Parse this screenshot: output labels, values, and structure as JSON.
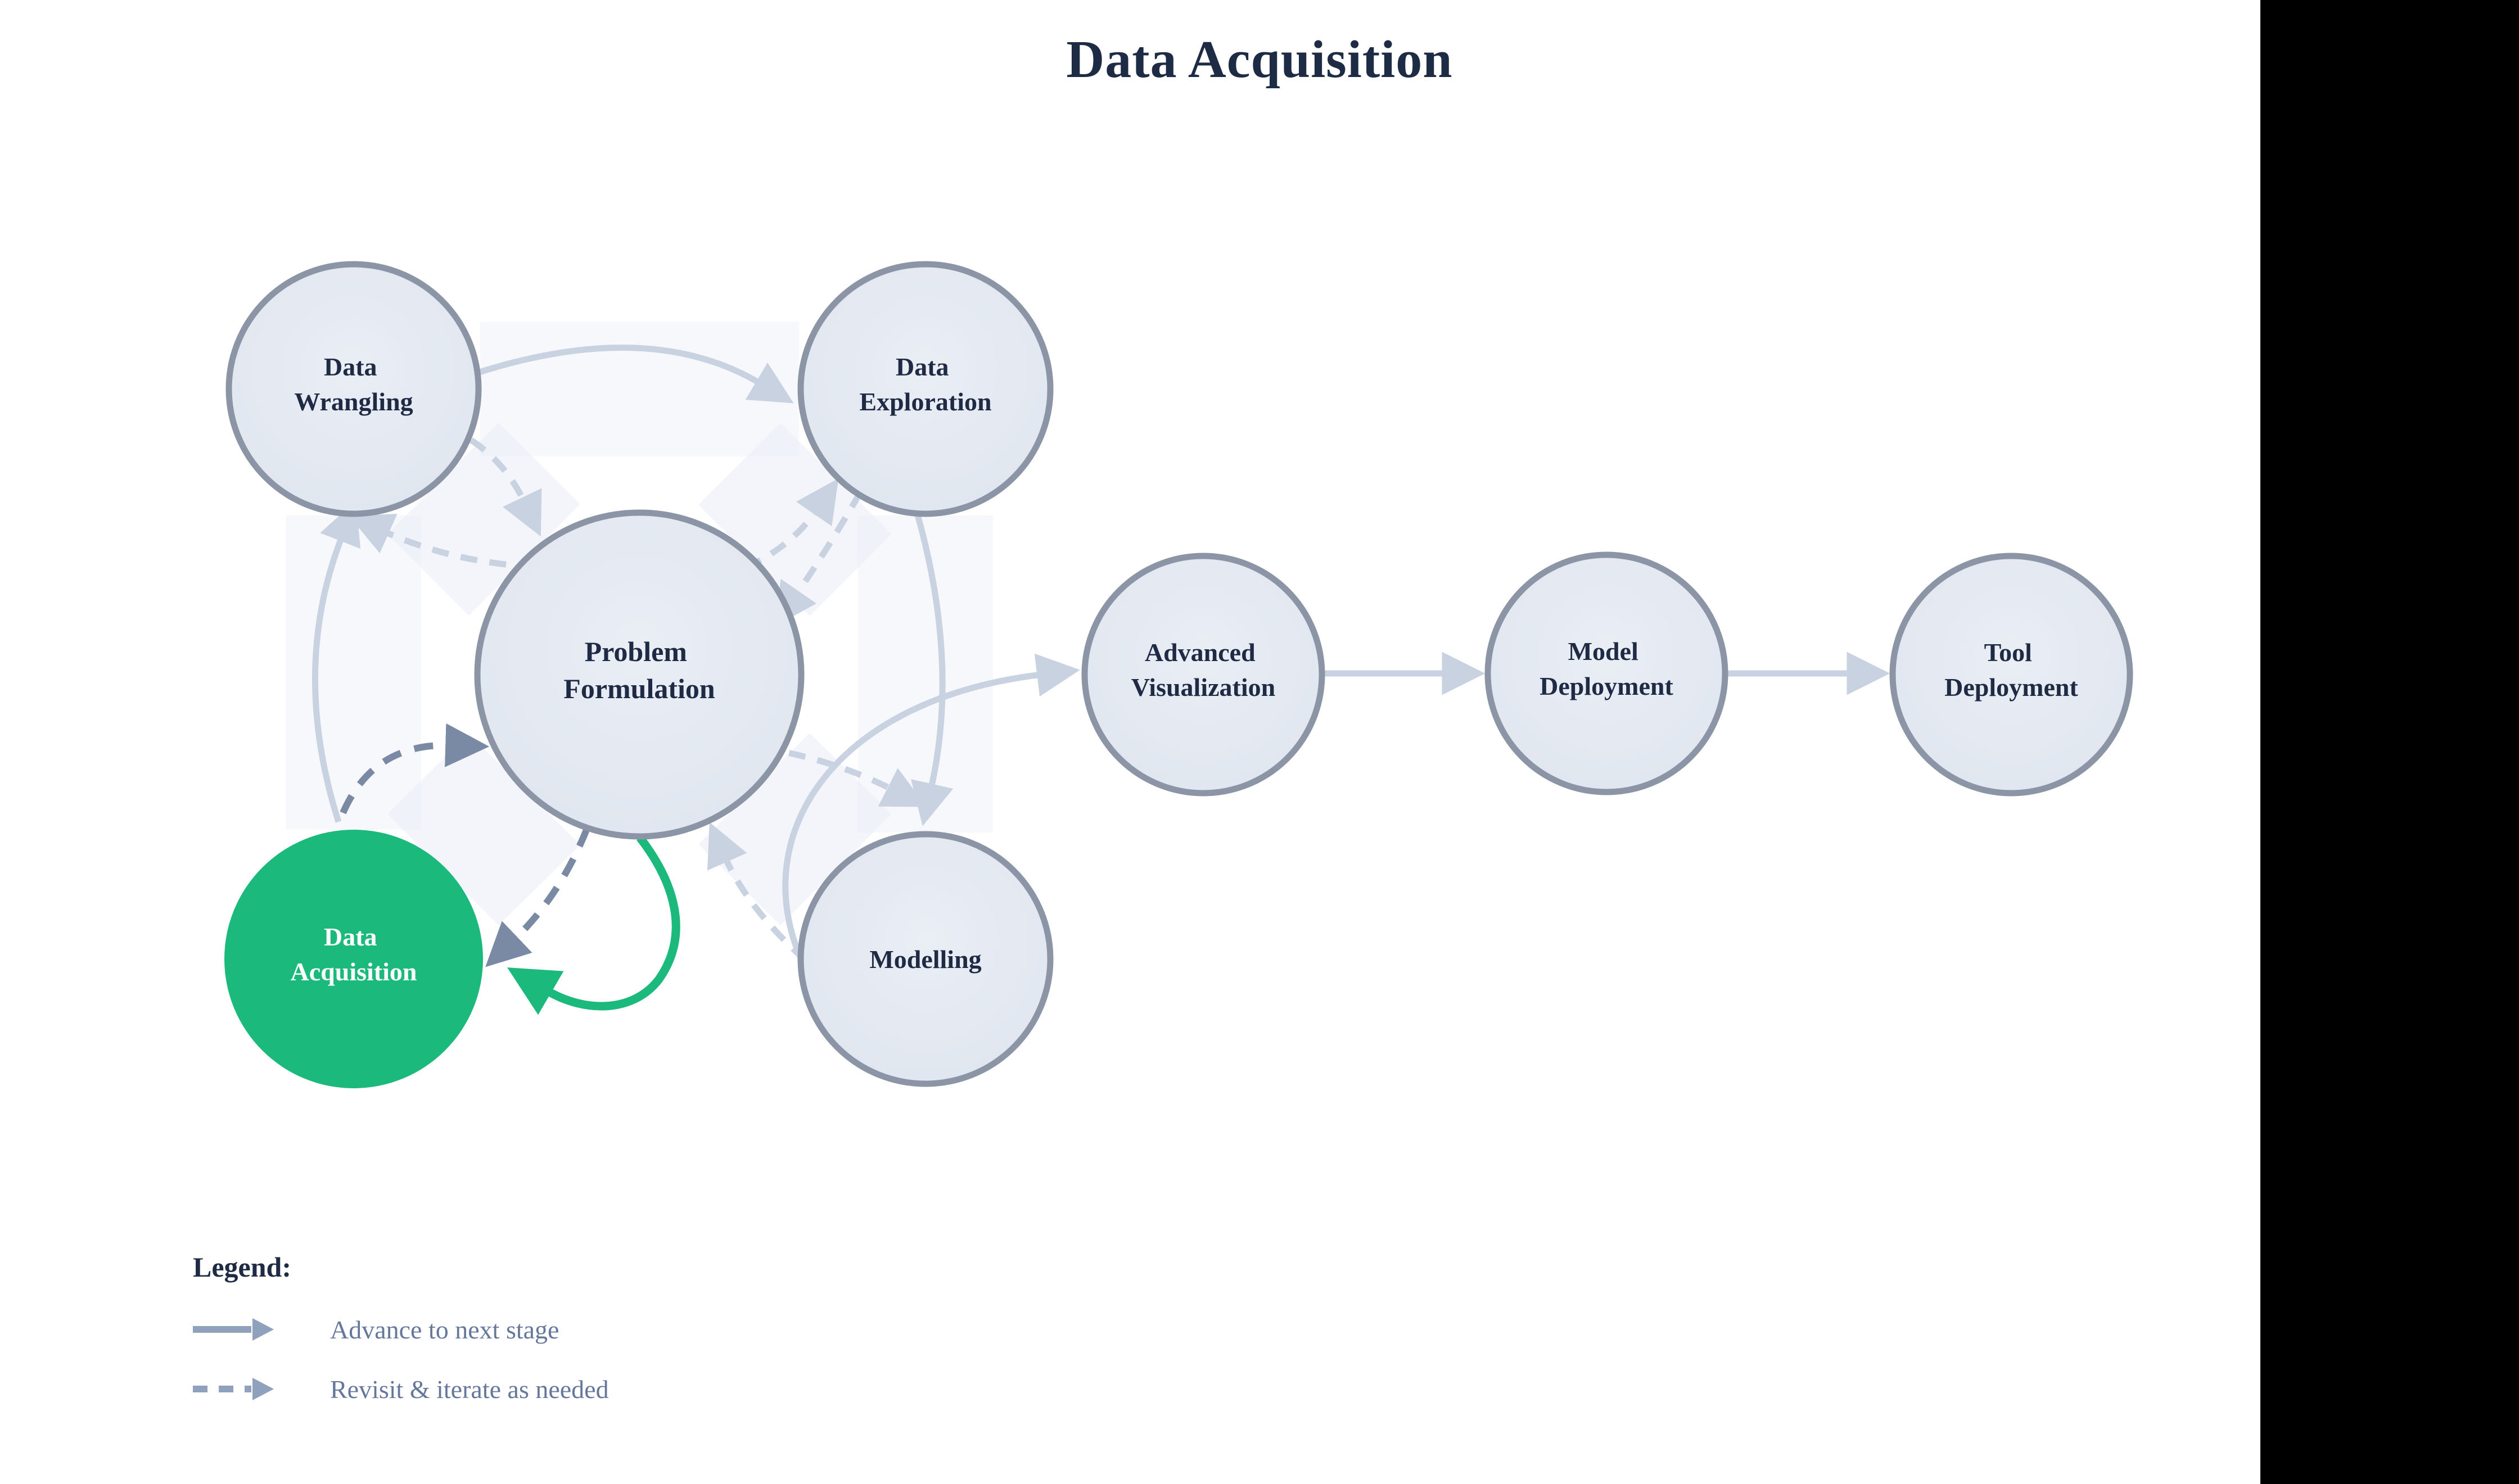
{
  "title": "Data Acquisition",
  "colors": {
    "node_fill": "#E3E8F1",
    "node_border": "#8B95A5",
    "node_text": "#1F2A44",
    "active_node_fill": "#1CB97D",
    "active_node_text": "#FFFFFF",
    "advance_arrow": "#C9D2E1",
    "revisit_arrow_muted": "#C9D2E1",
    "revisit_arrow_highlight": "#7A8AA5",
    "advance_arrow_active": "#1CB97D",
    "title_text": "#1E2B45",
    "legend_line": "#8FA1BD",
    "legend_text": "#65789B",
    "letterbox": "#000000"
  },
  "nodes": [
    {
      "id": "problem-formulation",
      "lines": [
        "Problem",
        "Formulation"
      ],
      "state": "default"
    },
    {
      "id": "data-wrangling",
      "lines": [
        "Data",
        "Wrangling"
      ],
      "state": "default"
    },
    {
      "id": "data-exploration",
      "lines": [
        "Data",
        "Exploration"
      ],
      "state": "default"
    },
    {
      "id": "data-acquisition",
      "lines": [
        "Data",
        "Acquisition"
      ],
      "state": "active"
    },
    {
      "id": "modelling",
      "lines": [
        "Modelling"
      ],
      "state": "default"
    },
    {
      "id": "advanced-visualization",
      "lines": [
        "Advanced",
        "Visualization"
      ],
      "state": "default"
    },
    {
      "id": "model-deployment",
      "lines": [
        "Model",
        "Deployment"
      ],
      "state": "default"
    },
    {
      "id": "tool-deployment",
      "lines": [
        "Tool",
        "Deployment"
      ],
      "state": "default"
    }
  ],
  "edges": [
    {
      "from": "problem-formulation",
      "to": "data-acquisition",
      "type": "advance",
      "emphasis": "active"
    },
    {
      "from": "data-acquisition",
      "to": "data-wrangling",
      "type": "advance",
      "emphasis": "muted"
    },
    {
      "from": "data-wrangling",
      "to": "data-exploration",
      "type": "advance",
      "emphasis": "muted"
    },
    {
      "from": "data-exploration",
      "to": "modelling",
      "type": "advance",
      "emphasis": "muted"
    },
    {
      "from": "modelling",
      "to": "advanced-visualization",
      "type": "advance",
      "emphasis": "muted"
    },
    {
      "from": "advanced-visualization",
      "to": "model-deployment",
      "type": "advance",
      "emphasis": "muted"
    },
    {
      "from": "model-deployment",
      "to": "tool-deployment",
      "type": "advance",
      "emphasis": "muted"
    },
    {
      "from": "data-acquisition",
      "to": "problem-formulation",
      "type": "revisit",
      "emphasis": "highlight"
    },
    {
      "from": "problem-formulation",
      "to": "data-acquisition",
      "type": "revisit",
      "emphasis": "highlight"
    },
    {
      "from": "data-wrangling",
      "to": "problem-formulation",
      "type": "revisit",
      "emphasis": "muted"
    },
    {
      "from": "problem-formulation",
      "to": "data-wrangling",
      "type": "revisit",
      "emphasis": "muted"
    },
    {
      "from": "data-exploration",
      "to": "problem-formulation",
      "type": "revisit",
      "emphasis": "muted"
    },
    {
      "from": "problem-formulation",
      "to": "data-exploration",
      "type": "revisit",
      "emphasis": "muted"
    },
    {
      "from": "modelling",
      "to": "problem-formulation",
      "type": "revisit",
      "emphasis": "muted"
    },
    {
      "from": "problem-formulation",
      "to": "modelling",
      "type": "revisit",
      "emphasis": "muted"
    }
  ],
  "legend": {
    "heading": "Legend:",
    "items": [
      {
        "style": "solid",
        "label": "Advance to next stage"
      },
      {
        "style": "dashed",
        "label": "Revisit & iterate as needed"
      }
    ]
  }
}
